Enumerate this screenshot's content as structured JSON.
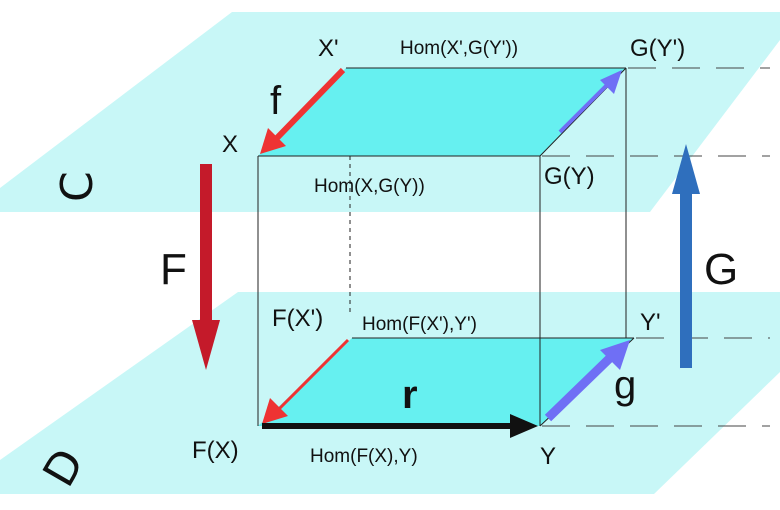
{
  "categories": {
    "top": "C",
    "bottom": "D"
  },
  "objects": {
    "x_prime": "X'",
    "x": "X",
    "g_y_prime": "G(Y')",
    "g_y": "G(Y)",
    "f_x_prime": "F(X')",
    "f_x": "F(X)",
    "y_prime": "Y'",
    "y": "Y"
  },
  "homsets": {
    "top_back": "Hom(X',G(Y'))",
    "top_front": "Hom(X,G(Y))",
    "bottom_back": "Hom(F(X'),Y')",
    "bottom_front": "Hom(F(X),Y)"
  },
  "morphisms": {
    "f": "f",
    "g": "g",
    "r": "r"
  },
  "functors": {
    "F": "F",
    "G": "G"
  },
  "colors": {
    "plane": "#c8f7f7",
    "hom_square": "#66f0f0",
    "f_arrow": "#ee3333",
    "g_arrow": "#6f6ff5",
    "r_arrow": "#111111",
    "F_arrow": "#c41a2a",
    "G_arrow": "#2f6fbd"
  }
}
